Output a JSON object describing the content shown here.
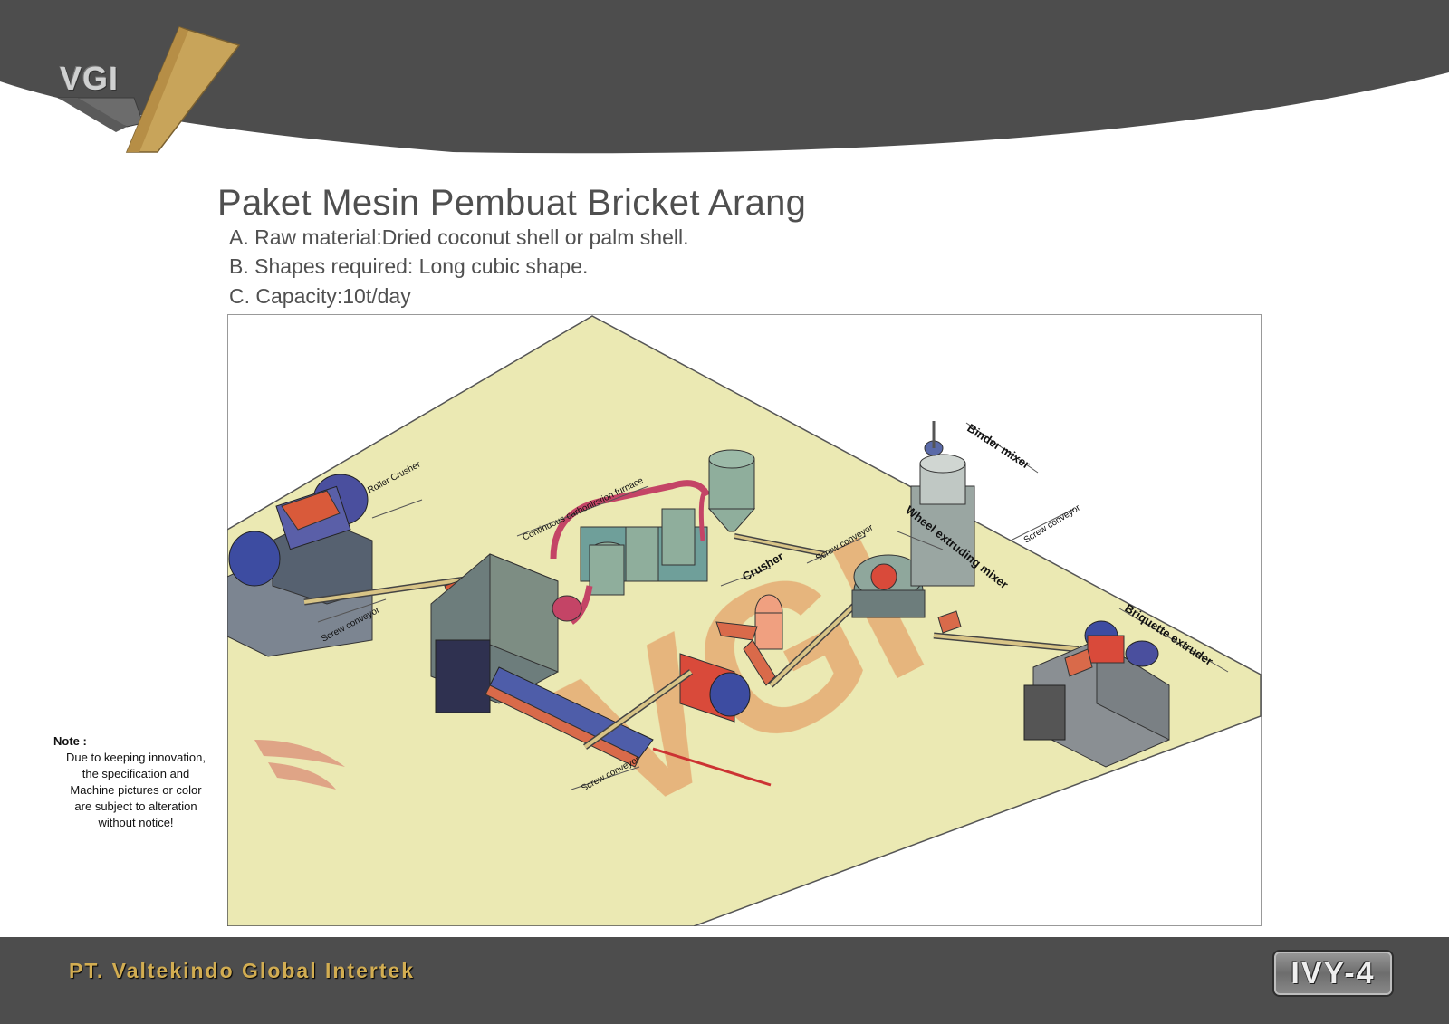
{
  "brand": {
    "logo_text": "VGI",
    "company": "PT. Valtekindo Global Intertek",
    "page_code": "IVY-4"
  },
  "title": "Paket Mesin Pembuat Bricket Arang",
  "specs": [
    "A. Raw material:Dried coconut shell or palm shell.",
    "B. Shapes required: Long cubic shape.",
    "C. Capacity:10t/day"
  ],
  "machines": {
    "roller_crusher": "Roller Crusher",
    "screw_conveyor_1": "Screw conveyor",
    "carbonization_furnace": "Continuous carbonirstion furnace",
    "screw_conveyor_2": "Screw conveyor",
    "crusher": "Crusher",
    "screw_conveyor_3": "Screw conveyor",
    "wheel_mixer": "Wheel extruding mixer",
    "binder_mixer": "Binder mixer",
    "screw_conveyor_4": "Screw conveyor",
    "briquette_extruder": "Briquette extruder"
  },
  "note": {
    "title": "Note :",
    "body": "Due to keeping innovation,\nthe specification and\nMachine pictures or color\nare subject to alteration\nwithout notice!"
  },
  "colors": {
    "header": "#4d4d4d",
    "floor": "#ebe9b3",
    "brand_gold": "#d2ad52",
    "text": "#4f4f4f"
  }
}
